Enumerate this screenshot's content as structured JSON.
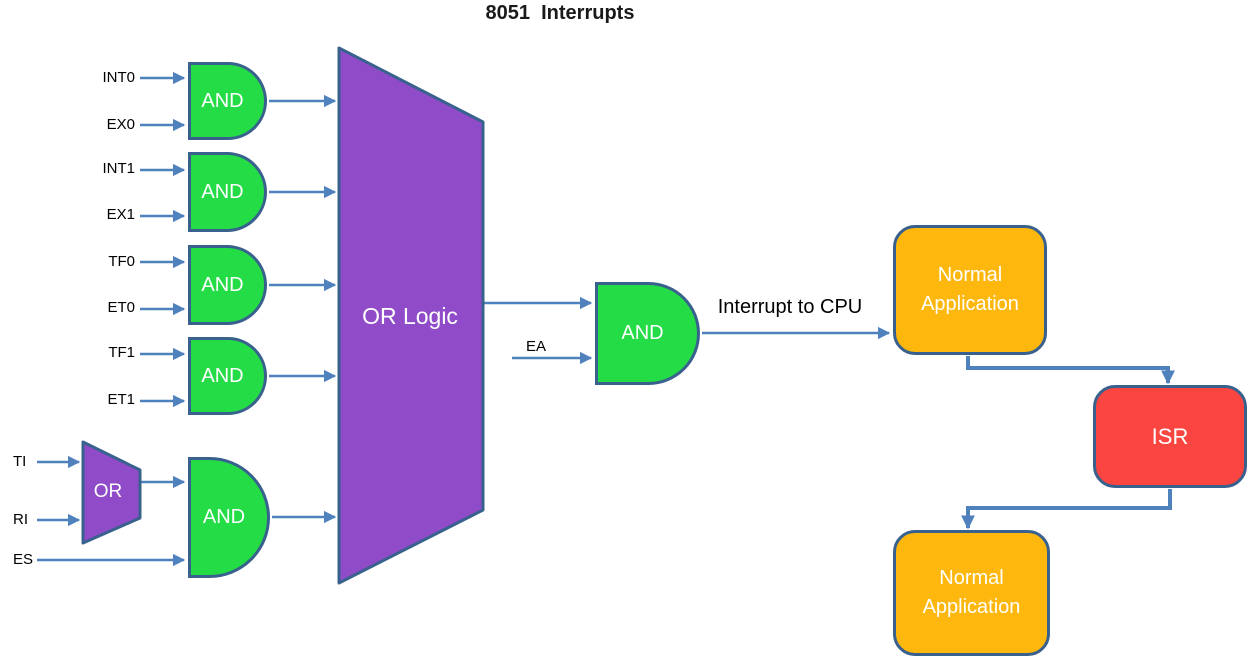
{
  "title": "8051  Interrupts",
  "signals": {
    "int0": "INT0",
    "ex0": "EX0",
    "int1": "INT1",
    "ex1": "EX1",
    "tf0": "TF0",
    "et0": "ET0",
    "tf1": "TF1",
    "et1": "ET1",
    "ti": "TI",
    "ri": "RI",
    "es": "ES",
    "ea": "EA"
  },
  "gates": {
    "and_label": "AND",
    "or_label": "OR",
    "or_logic_label": "OR Logic"
  },
  "flow": {
    "interrupt_to_cpu_label": "Interrupt to CPU",
    "normal_application_label": "Normal Application",
    "isr_label": "ISR"
  },
  "colors": {
    "gate_green": "#24DC46",
    "purple": "#8F4BC8",
    "orange": "#FDB70D",
    "red": "#FB4540",
    "shape_border": "#39618E",
    "arrow": "#4F81BD",
    "shape_text": "#FFFFFF",
    "background": "#FFFFFF"
  }
}
